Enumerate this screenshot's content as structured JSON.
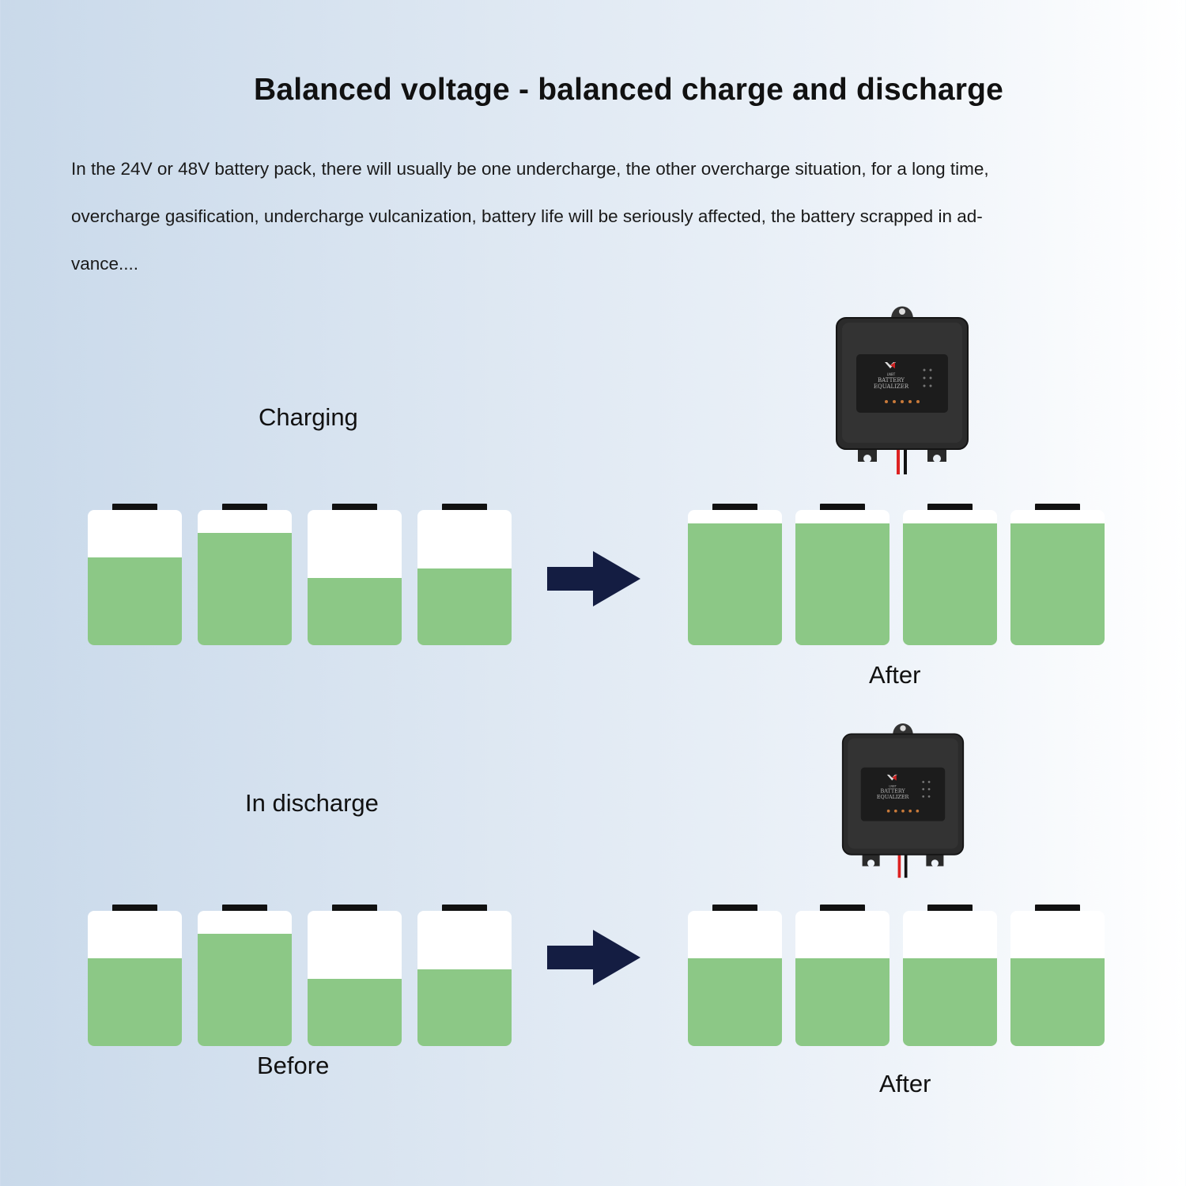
{
  "title": "Balanced voltage - balanced charge and discharge",
  "description": [
    "In the 24V or 48V battery pack, there will usually be one undercharge, the other overcharge situation, for a long time,",
    "overcharge gasification, undercharge vulcanization, battery life will be seriously affected, the battery scrapped in ad-",
    "vance...."
  ],
  "sections": [
    {
      "label": "Charging",
      "before_label": "",
      "after_label": "After",
      "before_levels": [
        0.65,
        0.83,
        0.5,
        0.57
      ],
      "after_levels": [
        0.9,
        0.9,
        0.9,
        0.9
      ]
    },
    {
      "label": "In discharge",
      "before_label": "Before",
      "after_label": "After",
      "before_levels": [
        0.65,
        0.83,
        0.5,
        0.57
      ],
      "after_levels": [
        0.65,
        0.65,
        0.65,
        0.65
      ]
    }
  ],
  "device": {
    "name_line1": "BATTERY",
    "name_line2": "EQUALIZER",
    "brand": "LNBT"
  },
  "colors": {
    "fill": "#8cc886",
    "arrow": "#141d42",
    "device_body": "#2b2b2b"
  }
}
